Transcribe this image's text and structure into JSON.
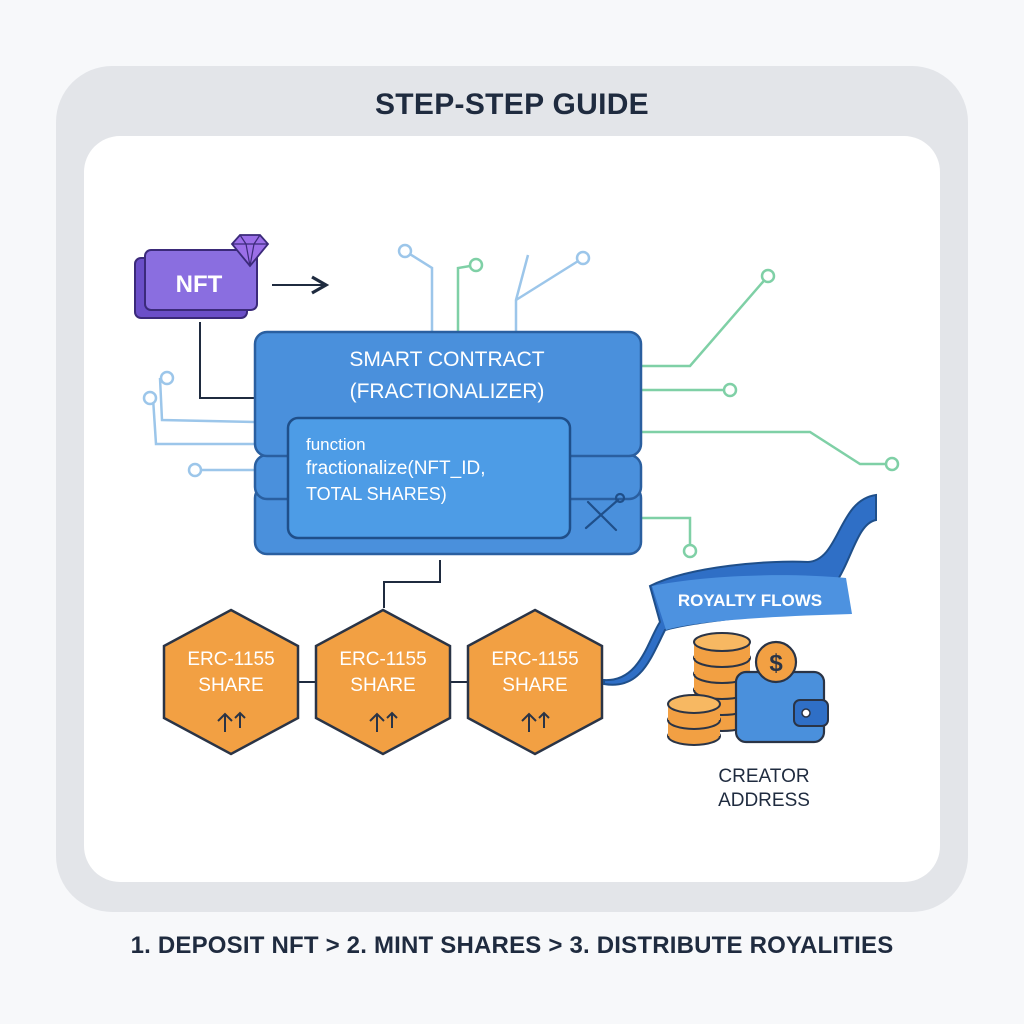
{
  "title": "STEP-STEP GUIDE",
  "nft": {
    "label": "NFT",
    "icon": "diamond-icon"
  },
  "contract": {
    "title_line1": "SMART CONTRACT",
    "title_line2": "(FRACTIONALIZER)",
    "code_line1": "function",
    "code_line2": "fractionalize(NFT_ID,",
    "code_line3": "TOTAL SHARES)",
    "icon": "tools-icon"
  },
  "shares": [
    {
      "line1": "ERC-1155",
      "line2": "SHARE",
      "icon": "up-arrows-icon"
    },
    {
      "line1": "ERC-1155",
      "line2": "SHARE",
      "icon": "up-arrows-icon"
    },
    {
      "line1": "ERC-1155",
      "line2": "SHARE",
      "icon": "up-arrows-icon"
    }
  ],
  "royalty": {
    "label": "ROYALTY FLOWS"
  },
  "creator": {
    "line1": "CREATOR",
    "line2": "ADDRESS",
    "icons": [
      "coin-stack-icon",
      "wallet-icon",
      "dollar-coin-icon"
    ]
  },
  "steps_caption": "1. DEPOSIT NFT > 2. MINT SHARES > 3. DISTRIBUTE ROYALITIES",
  "colors": {
    "contract_blue": "#4a90dc",
    "contract_border": "#2a5fa0",
    "nft_purple": "#7b5fd6",
    "share_orange": "#f2a043",
    "ribbon_blue": "#2f6fc6",
    "circuit_blue": "#9cc6ea",
    "circuit_green": "#7fd0a6",
    "dark_text": "#1f2b3f"
  }
}
